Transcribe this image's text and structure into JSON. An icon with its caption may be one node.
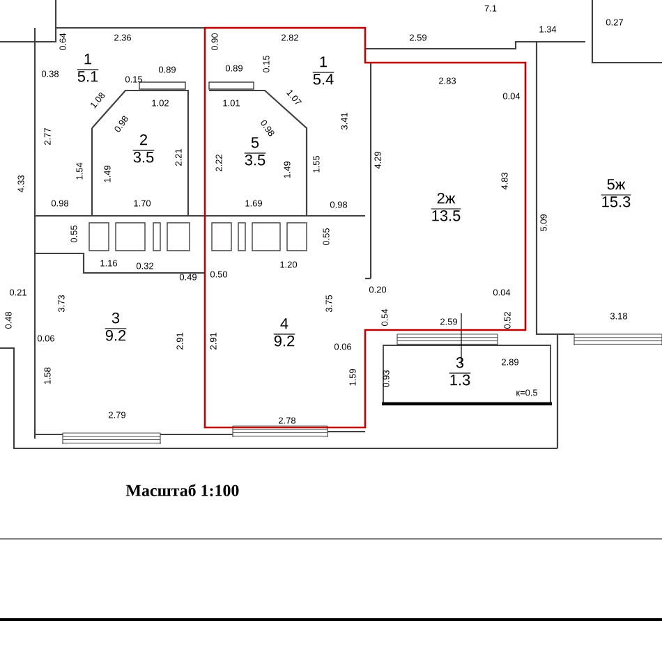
{
  "diagram": {
    "caption": "Масштаб 1:100",
    "nodes": [
      {
        "text": [
          "1",
          "5.1"
        ]
      },
      {
        "text": [
          "1",
          "5.4"
        ]
      },
      {
        "text": [
          "2",
          "3.5"
        ]
      },
      {
        "text": [
          "5",
          "3.5"
        ]
      },
      {
        "text": [
          "2ж",
          "13.5"
        ]
      },
      {
        "text": [
          "5ж",
          "15.3"
        ]
      },
      {
        "text": [
          "3",
          "9.2"
        ]
      },
      {
        "text": [
          "4",
          "9.2"
        ]
      },
      {
        "text": [
          "3",
          "1.3"
        ]
      }
    ],
    "labels": [
      "7.1",
      "2.36",
      "2.82",
      "2.59",
      "1.34",
      "0.27",
      "0.64",
      "0.90",
      "0.89",
      "0.89",
      "0.38",
      "0.15",
      "0.15",
      "2.83",
      "0.04",
      "1.02",
      "1.01",
      "1.08",
      "1.07",
      "0.98",
      "0.98",
      "3.41",
      "2.77",
      "2.22",
      "4.29",
      "4.83",
      "5.09",
      "1.54",
      "1.49",
      "2.21",
      "1.49",
      "1.55",
      "4.33",
      "0.98",
      "1.70",
      "1.69",
      "0.98",
      "0.55",
      "0.55",
      "1.16",
      "0.32",
      "0.49",
      "1.20",
      "0.50",
      "0.21",
      "0.48",
      "3.73",
      "3.75",
      "0.20",
      "0.04",
      "0.54",
      "2.59",
      "0.52",
      "3.18",
      "0.06",
      "0.06",
      "2.91",
      "2.91",
      "2.89",
      "1.58",
      "1.59",
      "0.93",
      "к=0.5",
      "2.79",
      "2.78"
    ]
  }
}
